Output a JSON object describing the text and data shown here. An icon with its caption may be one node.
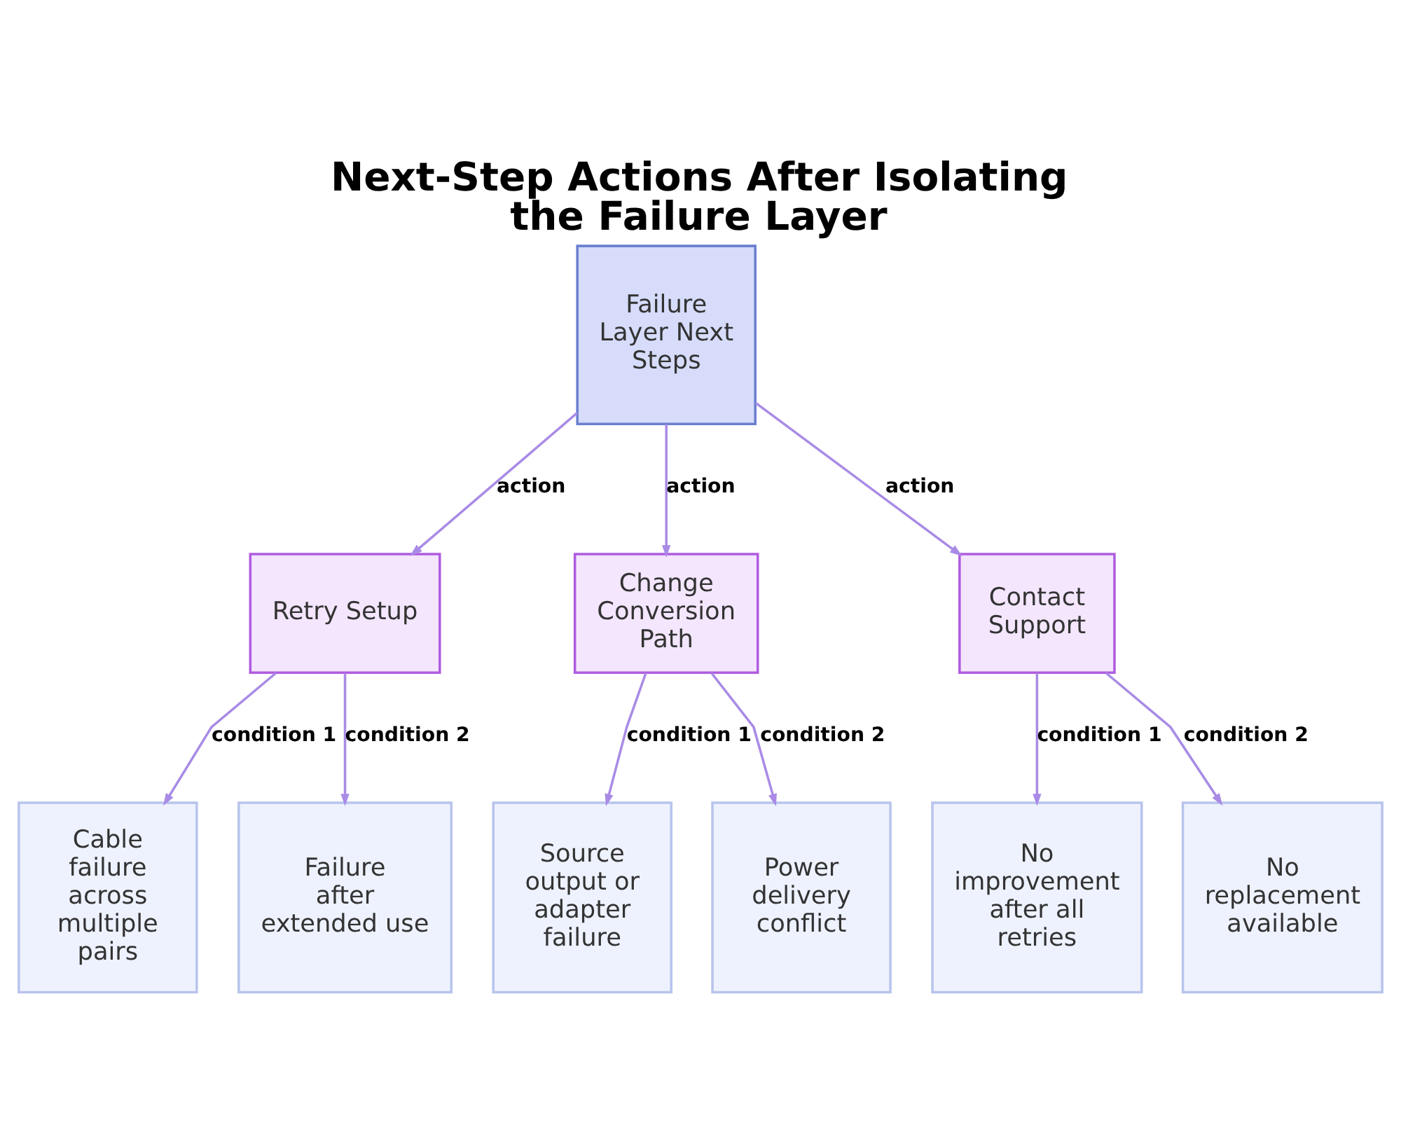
{
  "diagram": {
    "title": "Next-Step Actions After Isolating the Failure Layer",
    "nodes": [
      {
        "text": [
          "Failure Layer Next Steps"
        ]
      },
      {
        "text": [
          "Retry Setup"
        ]
      },
      {
        "text": [
          "Change Conversion Path"
        ]
      },
      {
        "text": [
          "Contact Support"
        ]
      },
      {
        "text": [
          "Cable failure across multiple pairs"
        ]
      },
      {
        "text": [
          "Failure after extended use"
        ]
      },
      {
        "text": [
          "Source output or adapter failure"
        ]
      },
      {
        "text": [
          "Power delivery conflict"
        ]
      },
      {
        "text": [
          "No improvement after all retries"
        ]
      },
      {
        "text": [
          "No replacement available"
        ]
      }
    ],
    "edges": [
      {
        "from": 0,
        "to": 1,
        "arrow": "to",
        "label": "action"
      },
      {
        "from": 0,
        "to": 2,
        "arrow": "to",
        "label": "action"
      },
      {
        "from": 0,
        "to": 3,
        "arrow": "to",
        "label": "action"
      },
      {
        "from": 1,
        "to": 4,
        "arrow": "to",
        "label": "condition 1"
      },
      {
        "from": 1,
        "to": 5,
        "arrow": "to",
        "label": "condition 2"
      },
      {
        "from": 2,
        "to": 6,
        "arrow": "to",
        "label": "condition 1"
      },
      {
        "from": 2,
        "to": 7,
        "arrow": "to",
        "label": "condition 2"
      },
      {
        "from": 3,
        "to": 8,
        "arrow": "to",
        "label": "condition 1"
      },
      {
        "from": 3,
        "to": 9,
        "arrow": "to",
        "label": "condition 2"
      }
    ]
  }
}
